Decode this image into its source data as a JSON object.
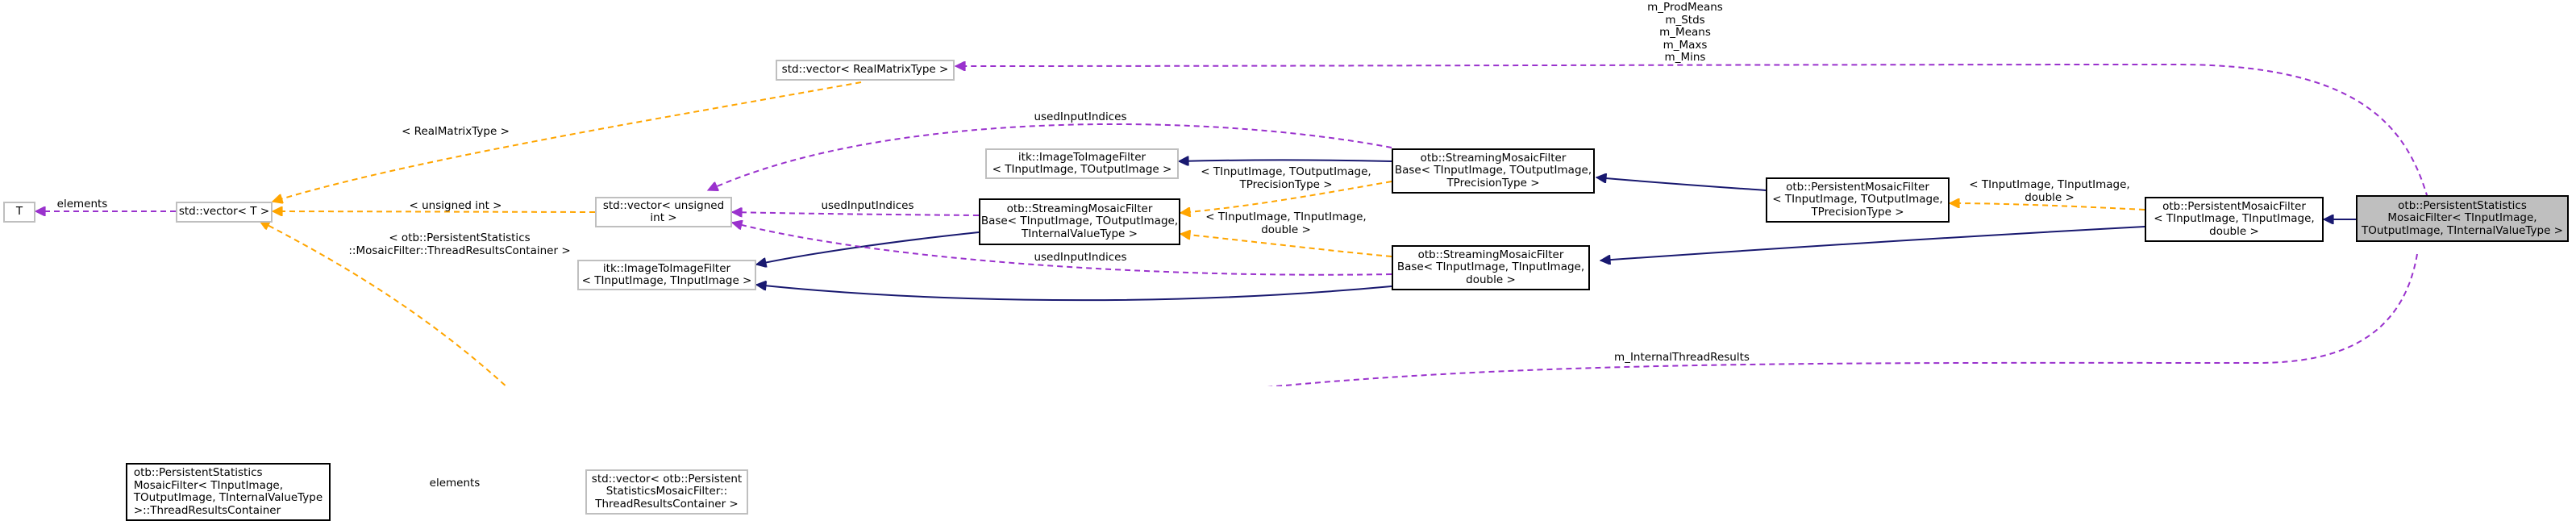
{
  "colors": {
    "inheritance": "#191970",
    "template": "#ffa500",
    "usage": "#9a32cd",
    "node_border": "#000000",
    "node_border_external": "#bfbfbf",
    "current_fill": "#bfbfbf"
  },
  "nodes": {
    "persistent_statistics": "otb::PersistentStatistics\nMosaicFilter< TInputImage,\nTOutputImage, TInternalValueType >",
    "persistent_mosaic_double": "otb::PersistentMosaicFilter\n< TInputImage, TInputImage,\ndouble >",
    "persistent_mosaic_precision": "otb::PersistentMosaicFilter\n< TInputImage, TOutputImage,\nTPrecisionType >",
    "streaming_mosaic_precision": "otb::StreamingMosaicFilter\nBase< TInputImage, TOutputImage,\nTPrecisionType >",
    "streaming_mosaic_double": "otb::StreamingMosaicFilter\nBase< TInputImage, TInputImage,\ndouble >",
    "streaming_mosaic_internal": "otb::StreamingMosaicFilter\nBase< TInputImage, TOutputImage,\nTInternalValueType >",
    "itk_filter_output": "itk::ImageToImageFilter\n< TInputImage, TOutputImage >",
    "itk_filter_input": "itk::ImageToImageFilter\n< TInputImage, TInputImage >",
    "vector_realmatrix": "std::vector< RealMatrixType >",
    "vector_unsigned": "std::vector< unsigned\nint >",
    "vector_t": "std::vector< T >",
    "t": "T",
    "vector_threadresults": "std::vector< otb::Persistent\nStatisticsMosaicFilter::\nThreadResultsContainer >",
    "threadresults_container": "otb::PersistentStatistics\nMosaicFilter< TInputImage,\nTOutputImage, TInternalValueType\n>::ThreadResultsContainer"
  },
  "edge_labels": {
    "members_stats": "m_ProdMeans\nm_Stds\nm_Means\nm_Maxs\nm_Mins",
    "internal_thread_results": "m_InternalThreadResults",
    "tpl_input_input_double_1": "< TInputImage, TInputImage,\ndouble >",
    "tpl_input_output_precision": "< TInputImage, TOutputImage,\nTPrecisionType >",
    "tpl_input_input_double_2": "< TInputImage, TInputImage,\ndouble >",
    "used_input_indices_1": "usedInputIndices",
    "used_input_indices_2": "usedInputIndices",
    "used_input_indices_3": "usedInputIndices",
    "tpl_realmatrix": "< RealMatrixType >",
    "tpl_unsigned_int": "< unsigned int >",
    "tpl_threadresults": "< otb::PersistentStatistics\n::MosaicFilter::ThreadResultsContainer >",
    "elements_1": "elements",
    "elements_2": "elements"
  }
}
